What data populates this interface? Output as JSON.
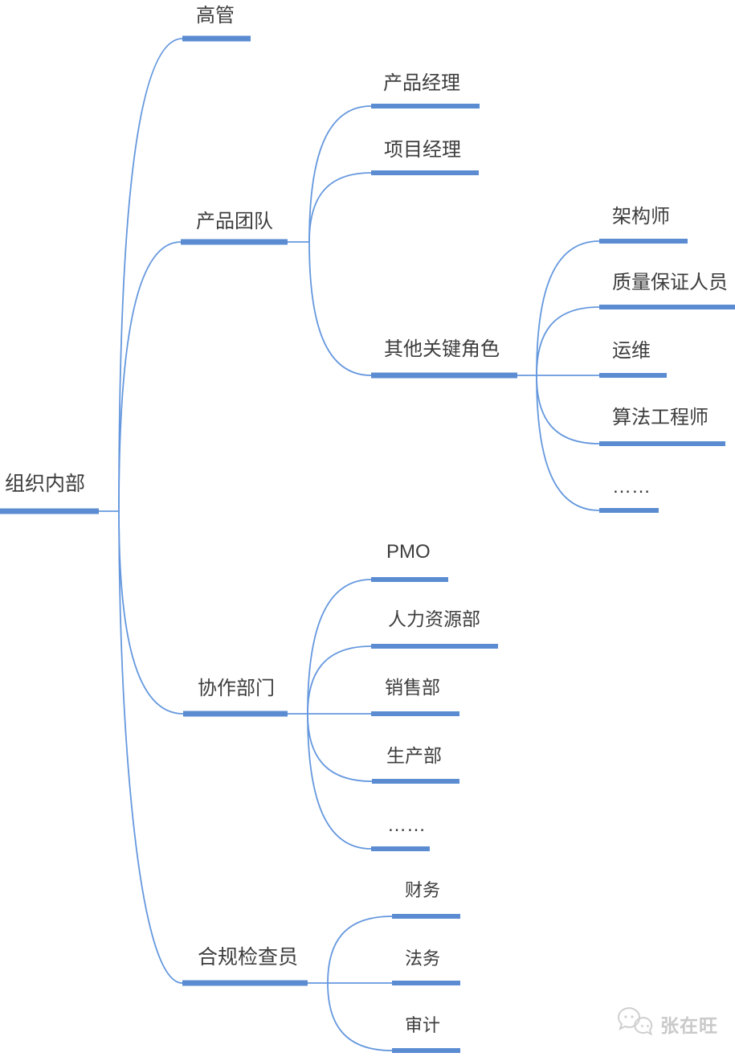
{
  "tree": {
    "label": "组织内部",
    "children": [
      {
        "label": "高管",
        "children": []
      },
      {
        "label": "产品团队",
        "children": [
          {
            "label": "产品经理",
            "children": []
          },
          {
            "label": "项目经理",
            "children": []
          },
          {
            "label": "其他关键角色",
            "children": [
              {
                "label": "架构师",
                "children": []
              },
              {
                "label": "质量保证人员",
                "children": []
              },
              {
                "label": "运维",
                "children": []
              },
              {
                "label": "算法工程师",
                "children": []
              },
              {
                "label": "……",
                "children": []
              }
            ]
          }
        ]
      },
      {
        "label": "协作部门",
        "children": [
          {
            "label": "PMO",
            "children": []
          },
          {
            "label": "人力资源部",
            "children": []
          },
          {
            "label": "销售部",
            "children": []
          },
          {
            "label": "生产部",
            "children": []
          },
          {
            "label": "……",
            "children": []
          }
        ]
      },
      {
        "label": "合规检查员",
        "children": [
          {
            "label": "财务",
            "children": []
          },
          {
            "label": "法务",
            "children": []
          },
          {
            "label": "审计",
            "children": []
          }
        ]
      }
    ]
  },
  "watermark": {
    "text": "张在旺",
    "icon": "wechat-icon"
  },
  "colors": {
    "node_bar": "#5b8cd2",
    "branch_line": "#6598de",
    "text": "#3d3d3d",
    "watermark": "#c9c9c9"
  }
}
